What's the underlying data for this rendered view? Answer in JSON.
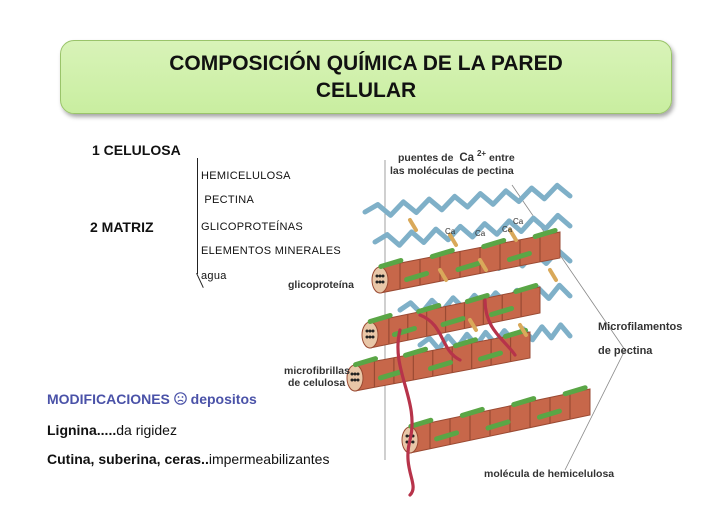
{
  "title": "COMPOSICIÓN QUÍMICA DE LA PARED CELULAR",
  "items": {
    "celulosa": "1 CELULOSA",
    "matriz": "2 MATRIZ",
    "matrix_components": [
      "HEMICELULOSA",
      " PECTINA",
      "GLICOPROTEÍNAS",
      "ELEMENTOS MINERALES",
      "agua"
    ]
  },
  "modifications": {
    "heading": "MODIFICACIONES",
    "heading_icon": "frowning-face-icon",
    "heading_suffix": " depositos",
    "lignina_term": "Lignina.....",
    "lignina_desc": "da rigidez",
    "cutina_term": "Cutina, suberina, ceras..",
    "cutina_desc": "impermeabilizantes"
  },
  "diagram": {
    "label_puentes_1": "puentes de",
    "label_ca": "Ca",
    "label_ca_charge": "2+",
    "label_puentes_2": "entre",
    "label_puentes_3": "las moléculas de pectina",
    "label_glicoproteina": "glicoproteína",
    "label_microfibrillas_1": "microfibrillas",
    "label_microfibrillas_2": "de celulosa",
    "label_hemicelulosa": "molécula de hemicelulosa",
    "label_microfilamentos_1": "Microfilamentos",
    "label_microfilamentos_2": "de pectina",
    "ion_labels": [
      "Ca",
      "Ca",
      "Ca",
      "Ca"
    ],
    "colors": {
      "cellulose": "#c7674a",
      "cellulose_band": "#9a4a33",
      "hemicellulose": "#5aa646",
      "pectin": "#7fb0c8",
      "glycoprotein": "#b7334a",
      "short_rod": "#d9a95a"
    }
  }
}
